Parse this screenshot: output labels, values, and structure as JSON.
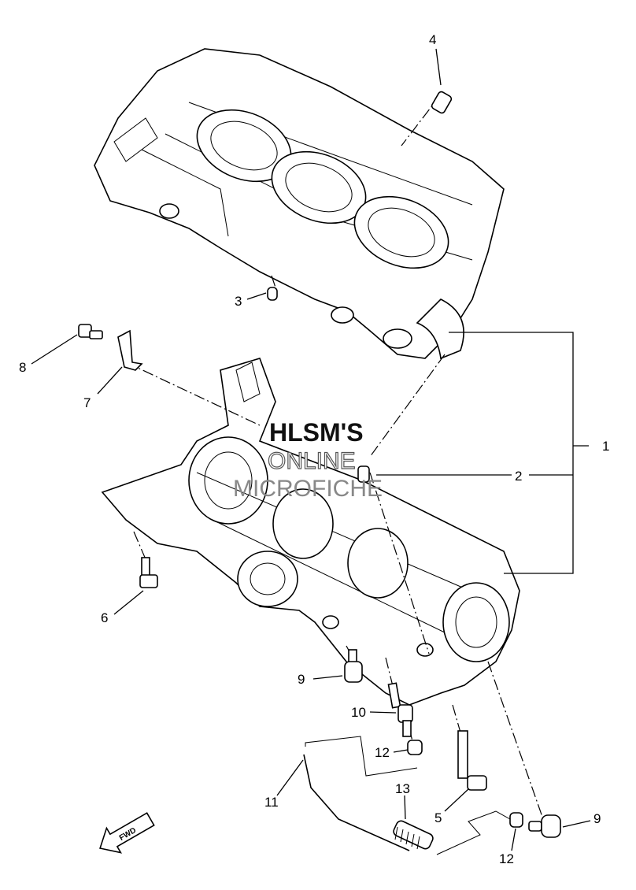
{
  "watermark": {
    "line1": "HLSM'S",
    "line2": "ONLINE",
    "line3": "MICROFICHE"
  },
  "callouts": {
    "c1": "1",
    "c2": "2",
    "c3": "3",
    "c4": "4",
    "c5": "5",
    "c6": "6",
    "c7": "7",
    "c8": "8",
    "c9a": "9",
    "c9b": "9",
    "c10": "10",
    "c11": "11",
    "c12a": "12",
    "c12b": "12",
    "c13": "13"
  },
  "fwd_label": "FWD"
}
